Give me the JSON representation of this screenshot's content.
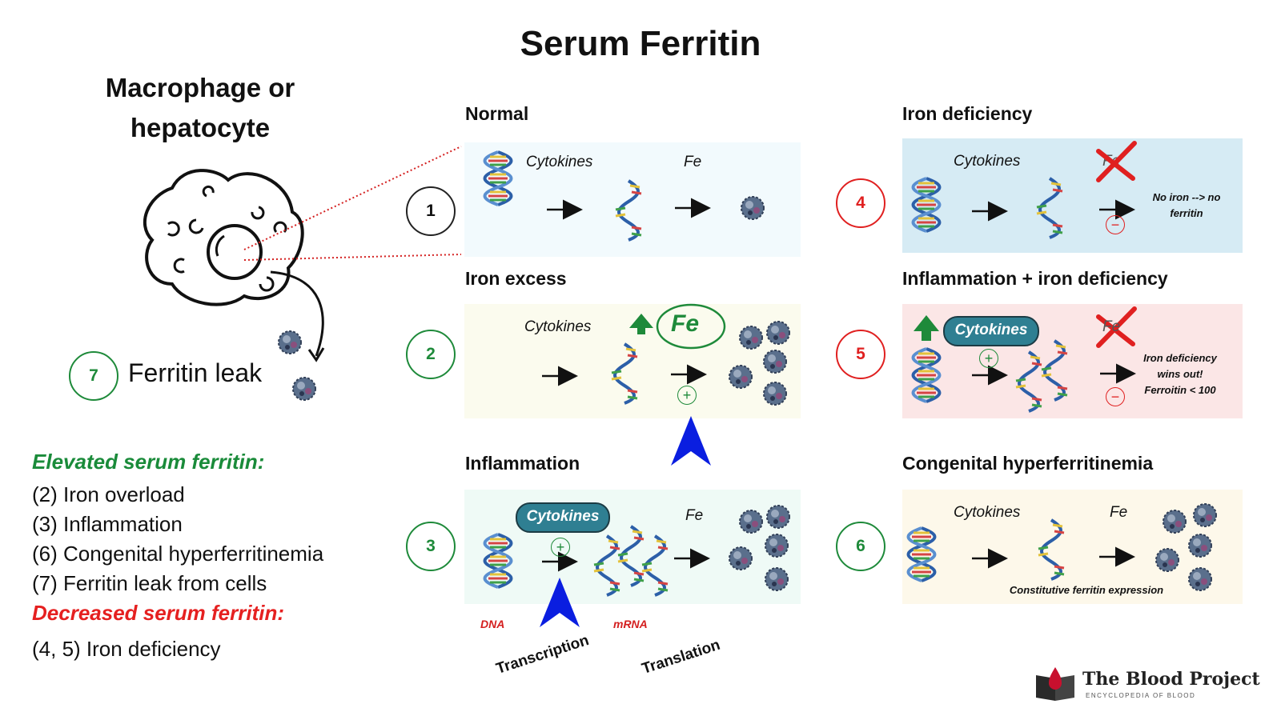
{
  "title": "Serum Ferritin",
  "cell_title": "Macrophage or hepatocyte",
  "leak": {
    "number": "7",
    "label": "Ferritin leak"
  },
  "legend": {
    "elevated_heading": "Elevated serum ferritin:",
    "elevated_items": [
      "(2) Iron overload",
      "(3) Inflammation",
      "(6) Congenital hyperferritinemia",
      "(7) Ferritin leak from cells"
    ],
    "decreased_heading": "Decreased serum ferritin:",
    "decreased_items": [
      "(4, 5) Iron deficiency"
    ]
  },
  "panels": {
    "normal": {
      "heading": "Normal",
      "number": "1",
      "cytokines": "Cytokines",
      "fe": "Fe"
    },
    "iron_excess": {
      "heading": "Iron excess",
      "number": "2",
      "cytokines": "Cytokines",
      "fe": "Fe"
    },
    "inflammation": {
      "heading": "Inflammation",
      "number": "3",
      "cytokines": "Cytokines",
      "fe": "Fe",
      "dna": "DNA",
      "mrna": "mRNA",
      "transcription": "Transcription",
      "translation": "Translation"
    },
    "iron_deficiency": {
      "heading": "Iron deficiency",
      "number": "4",
      "cytokines": "Cytokines",
      "fe": "Fe",
      "note": "No iron --> no ferritin"
    },
    "inflam_iron_def": {
      "heading": "Inflammation + iron deficiency",
      "number": "5",
      "cytokines": "Cytokines",
      "fe": "Fe",
      "note1": "Iron deficiency",
      "note2": "wins out!",
      "note3": "Ferroitin < 100"
    },
    "congenital": {
      "heading": "Congenital hyperferritinemia",
      "number": "6",
      "cytokines": "Cytokines",
      "fe": "Fe",
      "note": "Constitutive ferritin expression"
    }
  },
  "logo": {
    "name": "The Blood Project",
    "tagline": "ENCYCLOPEDIA OF BLOOD"
  },
  "colors": {
    "green": "#1e8a3a",
    "red": "#e02020",
    "blue_arrow": "#0a1ee0",
    "normal_bg": "#f2fafd",
    "excess_bg": "#fbfbee",
    "inflam_bg": "#effaf6",
    "def_bg": "#d6ebf4",
    "inflam_def_bg": "#fbe6e6",
    "congenital_bg": "#fdf8ea"
  }
}
